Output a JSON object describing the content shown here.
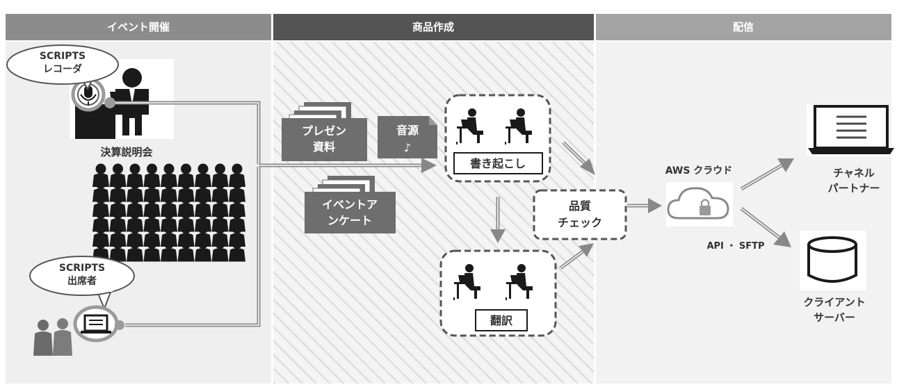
{
  "headers": {
    "event": "イベント開催",
    "product": "商品作成",
    "delivery": "配信"
  },
  "bubbles": {
    "recorder": {
      "line1": "SCRIPTS",
      "line2": "レコーダ"
    },
    "attendee": {
      "line1": "SCRIPTS",
      "line2": "出席者"
    }
  },
  "event": {
    "caption": "決算説明会"
  },
  "docs": {
    "presentation": {
      "line1": "プレゼン",
      "line2": "資料"
    },
    "audio": {
      "line1": "音源",
      "line2": "♪"
    },
    "survey": {
      "line1": "イベントア",
      "line2": "ンケート"
    }
  },
  "process": {
    "transcribe": "書き起こし",
    "translate": "翻訳",
    "quality": {
      "line1": "品質",
      "line2": "チェック"
    }
  },
  "delivery": {
    "aws": "AWS クラウド",
    "api": "API ・ SFTP",
    "partner": {
      "line1": "チャネル",
      "line2": "パートナー"
    },
    "client": {
      "line1": "クライアント",
      "line2": "サーバー"
    }
  },
  "colors": {
    "header_left": "#8c8c8c",
    "header_mid": "#545454",
    "header_right": "#a3a3a3",
    "panel_left": "#efefef",
    "panel_right": "#f2f2f2",
    "doc_fill": "#6e6e6e",
    "ink": "#1a1a1a"
  }
}
